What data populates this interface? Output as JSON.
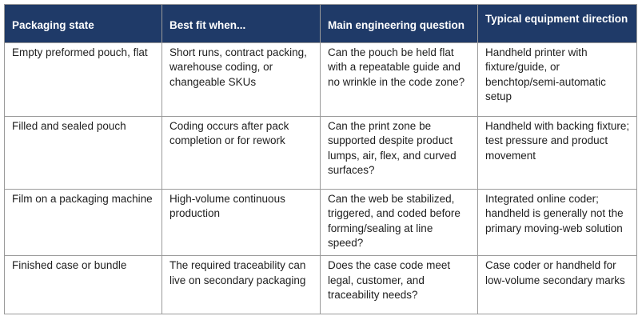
{
  "table": {
    "headers": [
      "Packaging state",
      "Best fit when...",
      "Main engineering question",
      "Typical equipment direction"
    ],
    "rows": [
      [
        "Empty preformed pouch, flat",
        "Short runs, contract packing, warehouse coding, or changeable SKUs",
        "Can the pouch be held flat with a repeatable guide and no wrinkle in the code zone?",
        "Handheld printer with fixture/guide, or benchtop/semi-automatic setup"
      ],
      [
        "Filled and sealed pouch",
        "Coding occurs after pack completion or for rework",
        "Can the print zone be supported despite product lumps, air, flex, and curved surfaces?",
        "Handheld with backing fixture; test pressure and product movement"
      ],
      [
        "Film on a packaging machine",
        "High-volume continuous production",
        "Can the web be stabilized, triggered, and coded before forming/sealing at line speed?",
        "Integrated online coder; handheld is generally not the primary moving-web solution"
      ],
      [
        "Finished case or bundle",
        "The required traceability can live on secondary packaging",
        "Does the case code meet legal, customer, and traceability needs?",
        "Case coder or handheld for low-volume secondary marks"
      ]
    ]
  },
  "colors": {
    "header_background": "#1f3a68",
    "header_text": "#ffffff",
    "border": "#9a9a9a",
    "body_text": "#1e1e1e"
  }
}
